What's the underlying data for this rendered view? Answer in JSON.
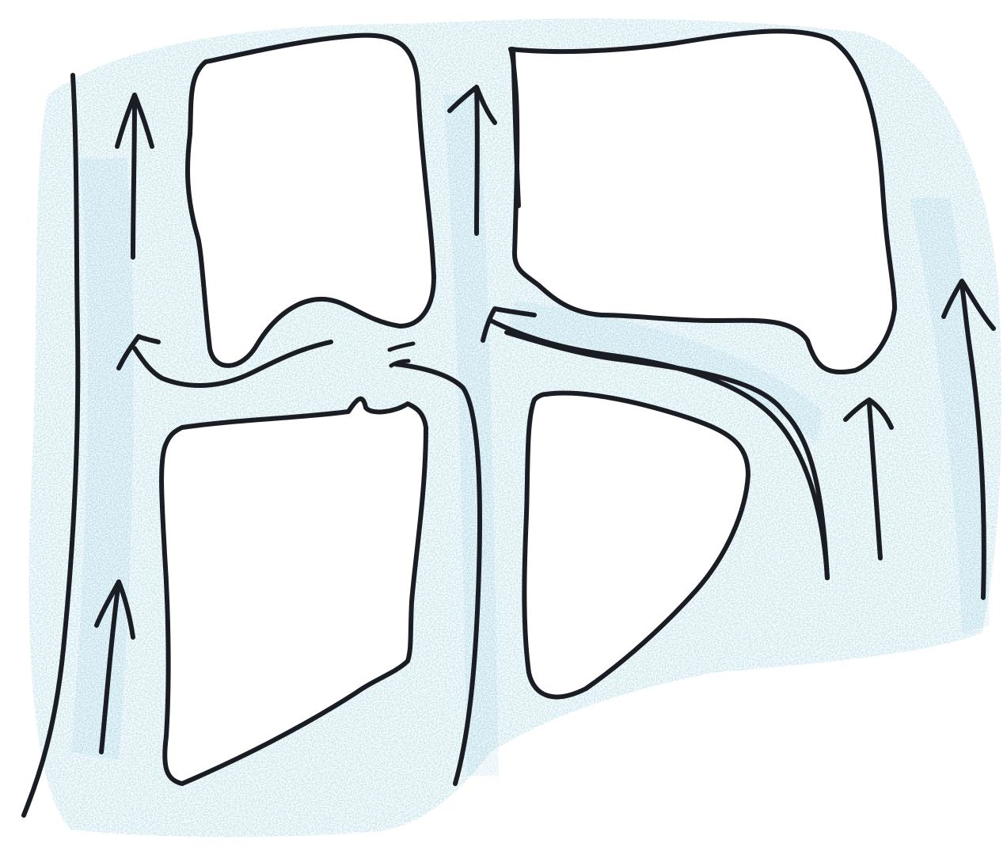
{
  "diagram": {
    "kind": "hand-drawn flow sketch",
    "colors": {
      "paper": "#ffffff",
      "water": "#a9d6e5",
      "water_deep": "#7cc0d8",
      "ink": "#1b1d24",
      "block_fill": "#ffffff"
    },
    "blocks": [
      {
        "id": "block-upper-left"
      },
      {
        "id": "block-lower-left"
      },
      {
        "id": "block-upper-right"
      },
      {
        "id": "block-lower-right"
      }
    ],
    "channels": [
      {
        "id": "channel-outer-left"
      },
      {
        "id": "channel-middle"
      },
      {
        "id": "channel-outer-right"
      }
    ],
    "arrows": [
      {
        "id": "arrow-left-top",
        "direction": "up"
      },
      {
        "id": "arrow-left-bottom",
        "direction": "up"
      },
      {
        "id": "arrow-middle-top",
        "direction": "up"
      },
      {
        "id": "arrow-cross-to-left",
        "direction": "up-left"
      },
      {
        "id": "arrow-cross-to-middle",
        "direction": "up-left"
      },
      {
        "id": "arrow-right-inner",
        "direction": "up"
      },
      {
        "id": "arrow-right-outer",
        "direction": "up"
      }
    ],
    "text_labels": []
  }
}
